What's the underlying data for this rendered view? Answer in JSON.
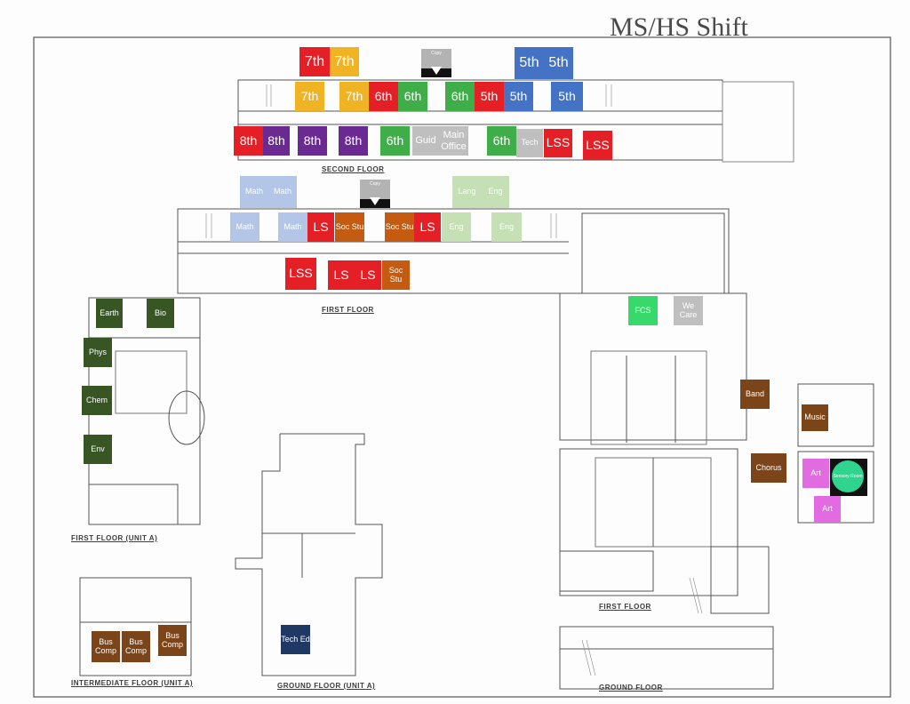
{
  "title": "MS/HS Shift",
  "floor_labels": {
    "second_floor": "SECOND FLOOR",
    "first_floor_center": "FIRST FLOOR",
    "first_floor_unit_a": "FIRST FLOOR (UNIT A)",
    "intermediate_floor_unit_a": "INTERMEDIATE FLOOR (UNIT A)",
    "ground_floor_unit_a": "GROUND FLOOR (UNIT A)",
    "first_floor_right": "FIRST FLOOR",
    "ground_floor_right": "GROUND FLOOR"
  },
  "copy_label": "Copy",
  "colors": {
    "grade7": "#e41f26",
    "grade7_yellow": "#f0b324",
    "grade6": "#3fae49",
    "grade5_red": "#e41f26",
    "grade5_blue": "#4472c4",
    "grade8_purple": "#6a2a92",
    "grey": "#bfbfbf",
    "math": "#b4c6e7",
    "lang": "#c5e0b4",
    "ls": "#e41f26",
    "soc": "#c55a11",
    "science": "#375623",
    "brown": "#7b4419",
    "fcs": "#37d96a",
    "art": "#e26be2",
    "navy": "#1f3864",
    "teal": "#2fd48e"
  },
  "rooms": {
    "second_top": [
      "7th",
      "7th",
      "5th",
      "5th"
    ],
    "second_mid": [
      "7th",
      "7th",
      "6th",
      "6th",
      "6th",
      "5th",
      "5th",
      "5th"
    ],
    "second_bottom": [
      "8th",
      "8th",
      "8th",
      "8th",
      "6th",
      "Guid",
      "Main Office",
      "6th",
      "Tech",
      "LSS",
      "LSS"
    ],
    "first_top": [
      "Math",
      "Math",
      "Lang",
      "Eng"
    ],
    "first_mid": [
      "Math",
      "Math",
      "LS",
      "Soc Stu",
      "Soc Stu",
      "LS",
      "Eng",
      "Eng"
    ],
    "first_bottom": [
      "LSS",
      "LS",
      "LS",
      "Soc Stu"
    ],
    "unit_a_science": [
      "Earth",
      "Bio",
      "Phys",
      "Chem",
      "Env"
    ],
    "right_wing": [
      "FCS",
      "We Care",
      "Band",
      "Music",
      "Chorus",
      "Art",
      "Art"
    ],
    "right_wing_circle": "Sensory Room",
    "intermediate": [
      "Bus Comp",
      "Bus Comp",
      "Bus Comp"
    ],
    "ground_unit_a": [
      "Tech Ed"
    ]
  }
}
